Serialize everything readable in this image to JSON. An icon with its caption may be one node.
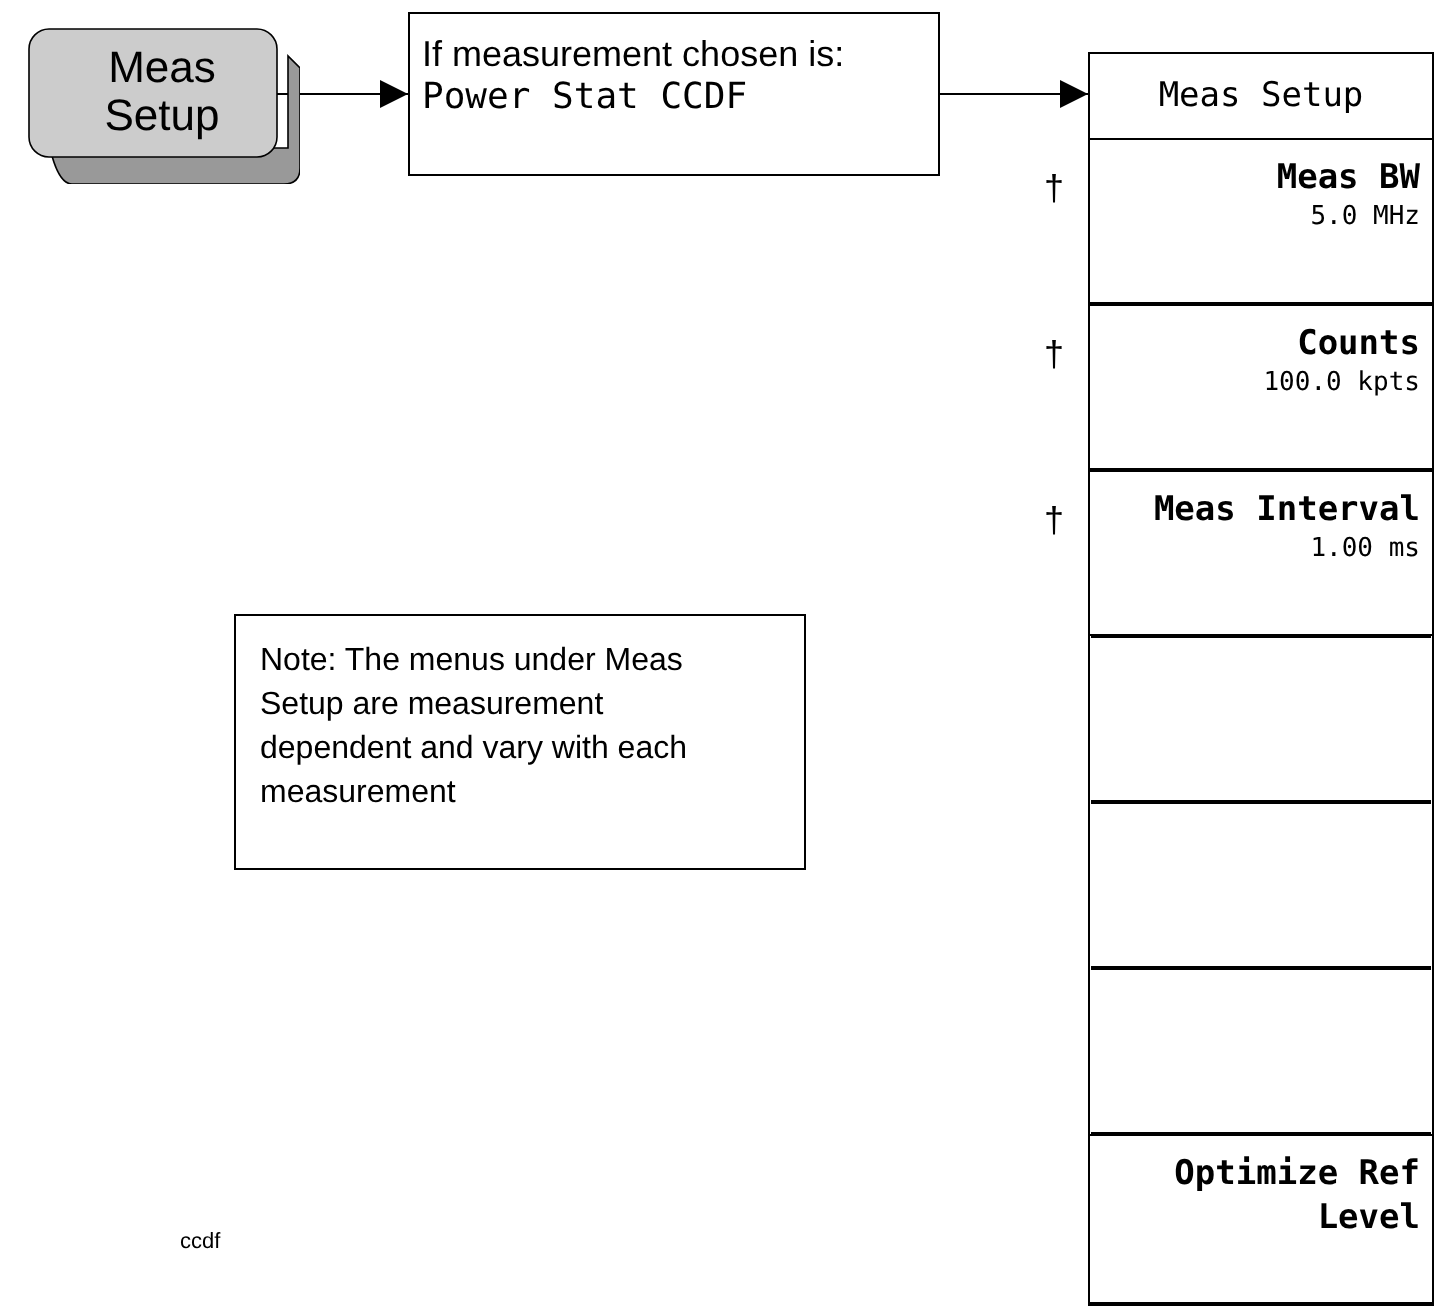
{
  "diagram": {
    "nodes": [
      {
        "text": [
          "Meas Setup"
        ]
      },
      {
        "text": [
          "If measurement chosen is:",
          "Power Stat CCDF"
        ]
      },
      {
        "text": [
          "Meas Setup"
        ]
      },
      {
        "text": [
          "Meas BW",
          "5.0 MHz"
        ],
        "in": 2,
        "beside": [
          "†"
        ]
      },
      {
        "text": [
          "Counts",
          "100.0 kpts"
        ],
        "in": 2,
        "beside": [
          "†"
        ]
      },
      {
        "text": [
          "Meas Interval",
          "1.00 ms"
        ],
        "in": 2,
        "beside": [
          "†"
        ]
      },
      {
        "text": [],
        "shape": "box",
        "in": 2
      },
      {
        "text": [],
        "shape": "box",
        "in": 2
      },
      {
        "text": [],
        "shape": "box",
        "in": 2
      },
      {
        "text": [
          "Optimize Ref Level"
        ],
        "in": 2
      },
      {
        "text": [
          "Note: The menus under Meas Setup are measurement dependent and vary with each measurement"
        ]
      }
    ],
    "edges": [
      {
        "from": 0,
        "to": 1,
        "arrow": "to"
      },
      {
        "from": 1,
        "to": 2,
        "arrow": "to"
      }
    ],
    "labels": [
      "ccdf"
    ]
  }
}
